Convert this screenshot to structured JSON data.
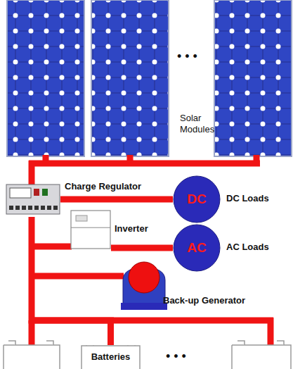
{
  "diagram": {
    "nodes": [
      {
        "text": [
          "Charge Regulator"
        ]
      },
      {
        "text": [
          "DC",
          "DC Loads"
        ]
      },
      {
        "text": [
          "Inverter"
        ]
      },
      {
        "text": [
          "AC",
          "AC Loads"
        ]
      },
      {
        "text": [
          "Back-up Generator"
        ]
      },
      {
        "text": [
          "Batteries"
        ]
      }
    ],
    "edges": [
      {
        "from": 0,
        "to": 1,
        "arrow": "none"
      },
      {
        "from": 2,
        "to": 3,
        "arrow": "none"
      },
      {
        "from": 0,
        "to": 5,
        "arrow": "none"
      }
    ],
    "labels": [
      "• • •",
      "Solar Modules",
      "• • •"
    ]
  }
}
